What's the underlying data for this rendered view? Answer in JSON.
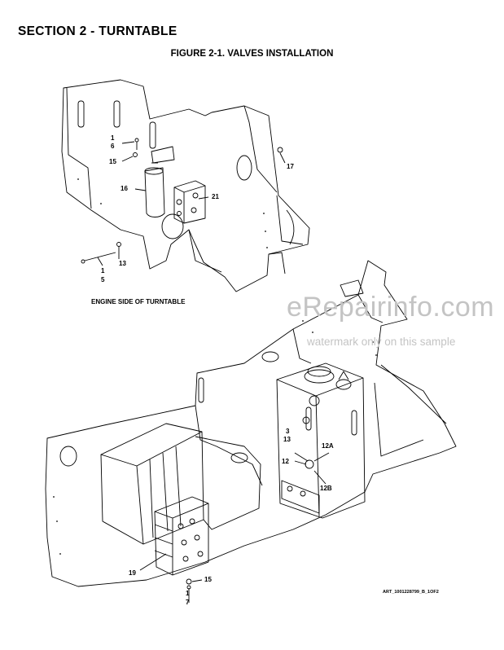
{
  "header": {
    "section_title": "SECTION 2 - TURNTABLE",
    "figure_title": "FIGURE 2-1. VALVES INSTALLATION"
  },
  "figure": {
    "top_view_caption": "ENGINE SIDE OF TURNTABLE",
    "art_reference": "ART_1001228799_B_1OF2",
    "callouts": {
      "c1a": "1",
      "c6": "6",
      "c15a": "15",
      "c16": "16",
      "c17": "17",
      "c21": "21",
      "c13a": "13",
      "c1b": "1",
      "c5": "5",
      "c3": "3",
      "c13b": "13",
      "c12": "12",
      "c12a": "12A",
      "c12b": "12B",
      "c19": "19",
      "c15b": "15",
      "c1c": "1",
      "c7": "7"
    }
  },
  "watermark": {
    "brand": "eRepairinfo.com",
    "note": "watermark only on this sample"
  }
}
